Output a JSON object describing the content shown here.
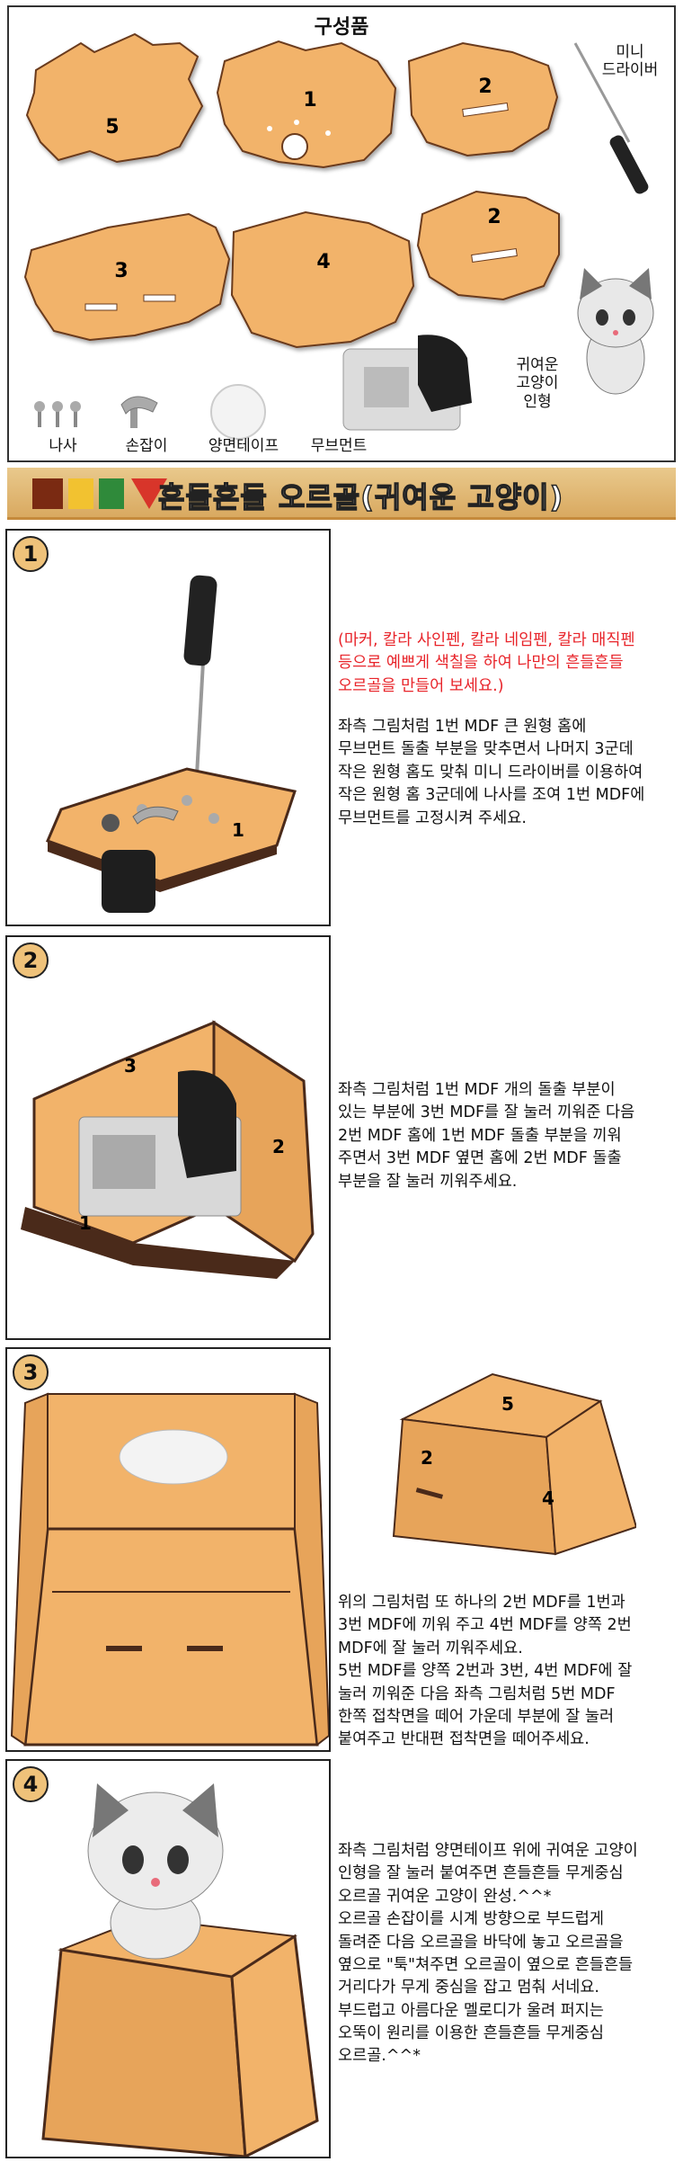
{
  "parts": {
    "title": "구성품",
    "panel_numbers": [
      "5",
      "1",
      "2",
      "3",
      "4",
      "2"
    ],
    "mini_driver": "미니\n드라이버",
    "cat_figure": "귀여운\n고양이\n인형",
    "screws": "나사",
    "handle": "손잡이",
    "tape": "양면테이프",
    "movement": "무브먼트"
  },
  "banner": {
    "title": "흔들흔들 오르골(귀여운 고양이)"
  },
  "steps": [
    {
      "number": "1",
      "image_label": "1",
      "note": "(마커, 칼라 사인펜, 칼라 네임펜, 칼라 매직펜\n등으로 예쁘게 색칠을 하여 나만의 흔들흔들\n오르골을 만들어 보세요.)",
      "text": "좌측 그림처럼 1번 MDF 큰 원형 홈에\n무브먼트 돌출 부분을 맞추면서 나머지 3군데\n작은 원형 홈도 맞춰 미니 드라이버를 이용하여\n작은 원형 홈 3군데에 나사를 조여 1번 MDF에\n무브먼트를 고정시켜 주세요."
    },
    {
      "number": "2",
      "image_labels": [
        "3",
        "2",
        "1"
      ],
      "text": "좌측 그림처럼 1번 MDF 개의 돌출 부분이\n있는 부분에 3번 MDF를 잘 눌러 끼워준 다음\n2번 MDF 홈에 1번 MDF 돌출 부분을 끼워\n주면서 3번 MDF 옆면 홈에 2번 MDF 돌출\n부분을 잘 눌러 끼워주세요."
    },
    {
      "number": "3",
      "image_labels": [
        "5",
        "2",
        "4"
      ],
      "text": "위의 그림처럼 또 하나의 2번 MDF를 1번과\n3번 MDF에 끼워 주고 4번 MDF를 양쪽 2번\nMDF에 잘 눌러 끼워주세요.\n5번 MDF를 양쪽 2번과 3번, 4번 MDF에 잘\n눌러 끼워준 다음 좌측 그림처럼 5번 MDF\n한쪽 접착면을 떼어 가운데 부분에 잘 눌러\n붙여주고 반대편 접착면을 떼어주세요."
    },
    {
      "number": "4",
      "text": "좌측 그림처럼 양면테이프 위에 귀여운 고양이\n인형을 잘 눌러 붙여주면 흔들흔들 무게중심\n오르골 귀여운 고양이 완성.^^*\n오르골 손잡이를 시계 방향으로 부드럽게\n돌려준 다음 오르골을 바닥에 놓고 오르골을\n옆으로 \"툭\"쳐주면 오르골이 옆으로 흔들흔들\n거리다가 무게 중심을 잡고 멈춰 서네요.\n부드럽고 아름다운 멜로디가 울려 퍼지는\n오뚝이 원리를 이용한 흔들흔들 무게중심\n오르골.^^*"
    }
  ],
  "colors": {
    "mdf": "#f2b36a",
    "mdf_edge": "#4a2a1a",
    "note_red": "#e8242a",
    "badge": "#efc27a"
  },
  "icons": [
    "screwdriver-icon",
    "cat-figure-icon",
    "music-movement-icon",
    "screw-icon",
    "handle-icon",
    "tape-icon",
    "diy-logo-icon"
  ]
}
